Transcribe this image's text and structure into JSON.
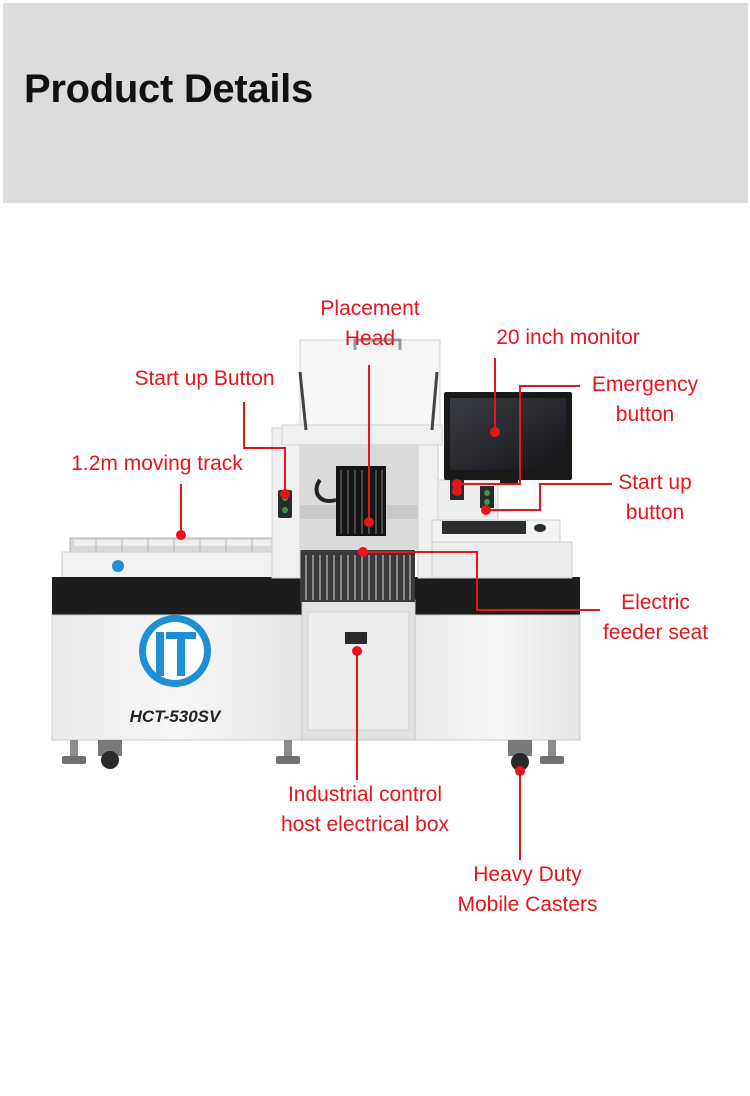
{
  "header": {
    "title": "Product Details"
  },
  "machine": {
    "model": "HCT-530SV"
  },
  "callouts": {
    "placement_head": [
      "Placement",
      "Head"
    ],
    "monitor": [
      "20 inch monitor"
    ],
    "start_up_button_left": [
      "Start up Button"
    ],
    "emergency_button": [
      "Emergency",
      "button"
    ],
    "moving_track": [
      "1.2m moving track"
    ],
    "start_up_button_right": [
      "Start up",
      "button"
    ],
    "feeder_seat": [
      "Electric",
      "feeder seat"
    ],
    "electrical_box": [
      "Industrial control",
      "host electrical box"
    ],
    "casters": [
      "Heavy Duty",
      "Mobile Casters"
    ]
  },
  "colors": {
    "accent": "#e8141c",
    "header_bg": "#dcdcdc",
    "logo_blue": "#1e8fd6"
  }
}
